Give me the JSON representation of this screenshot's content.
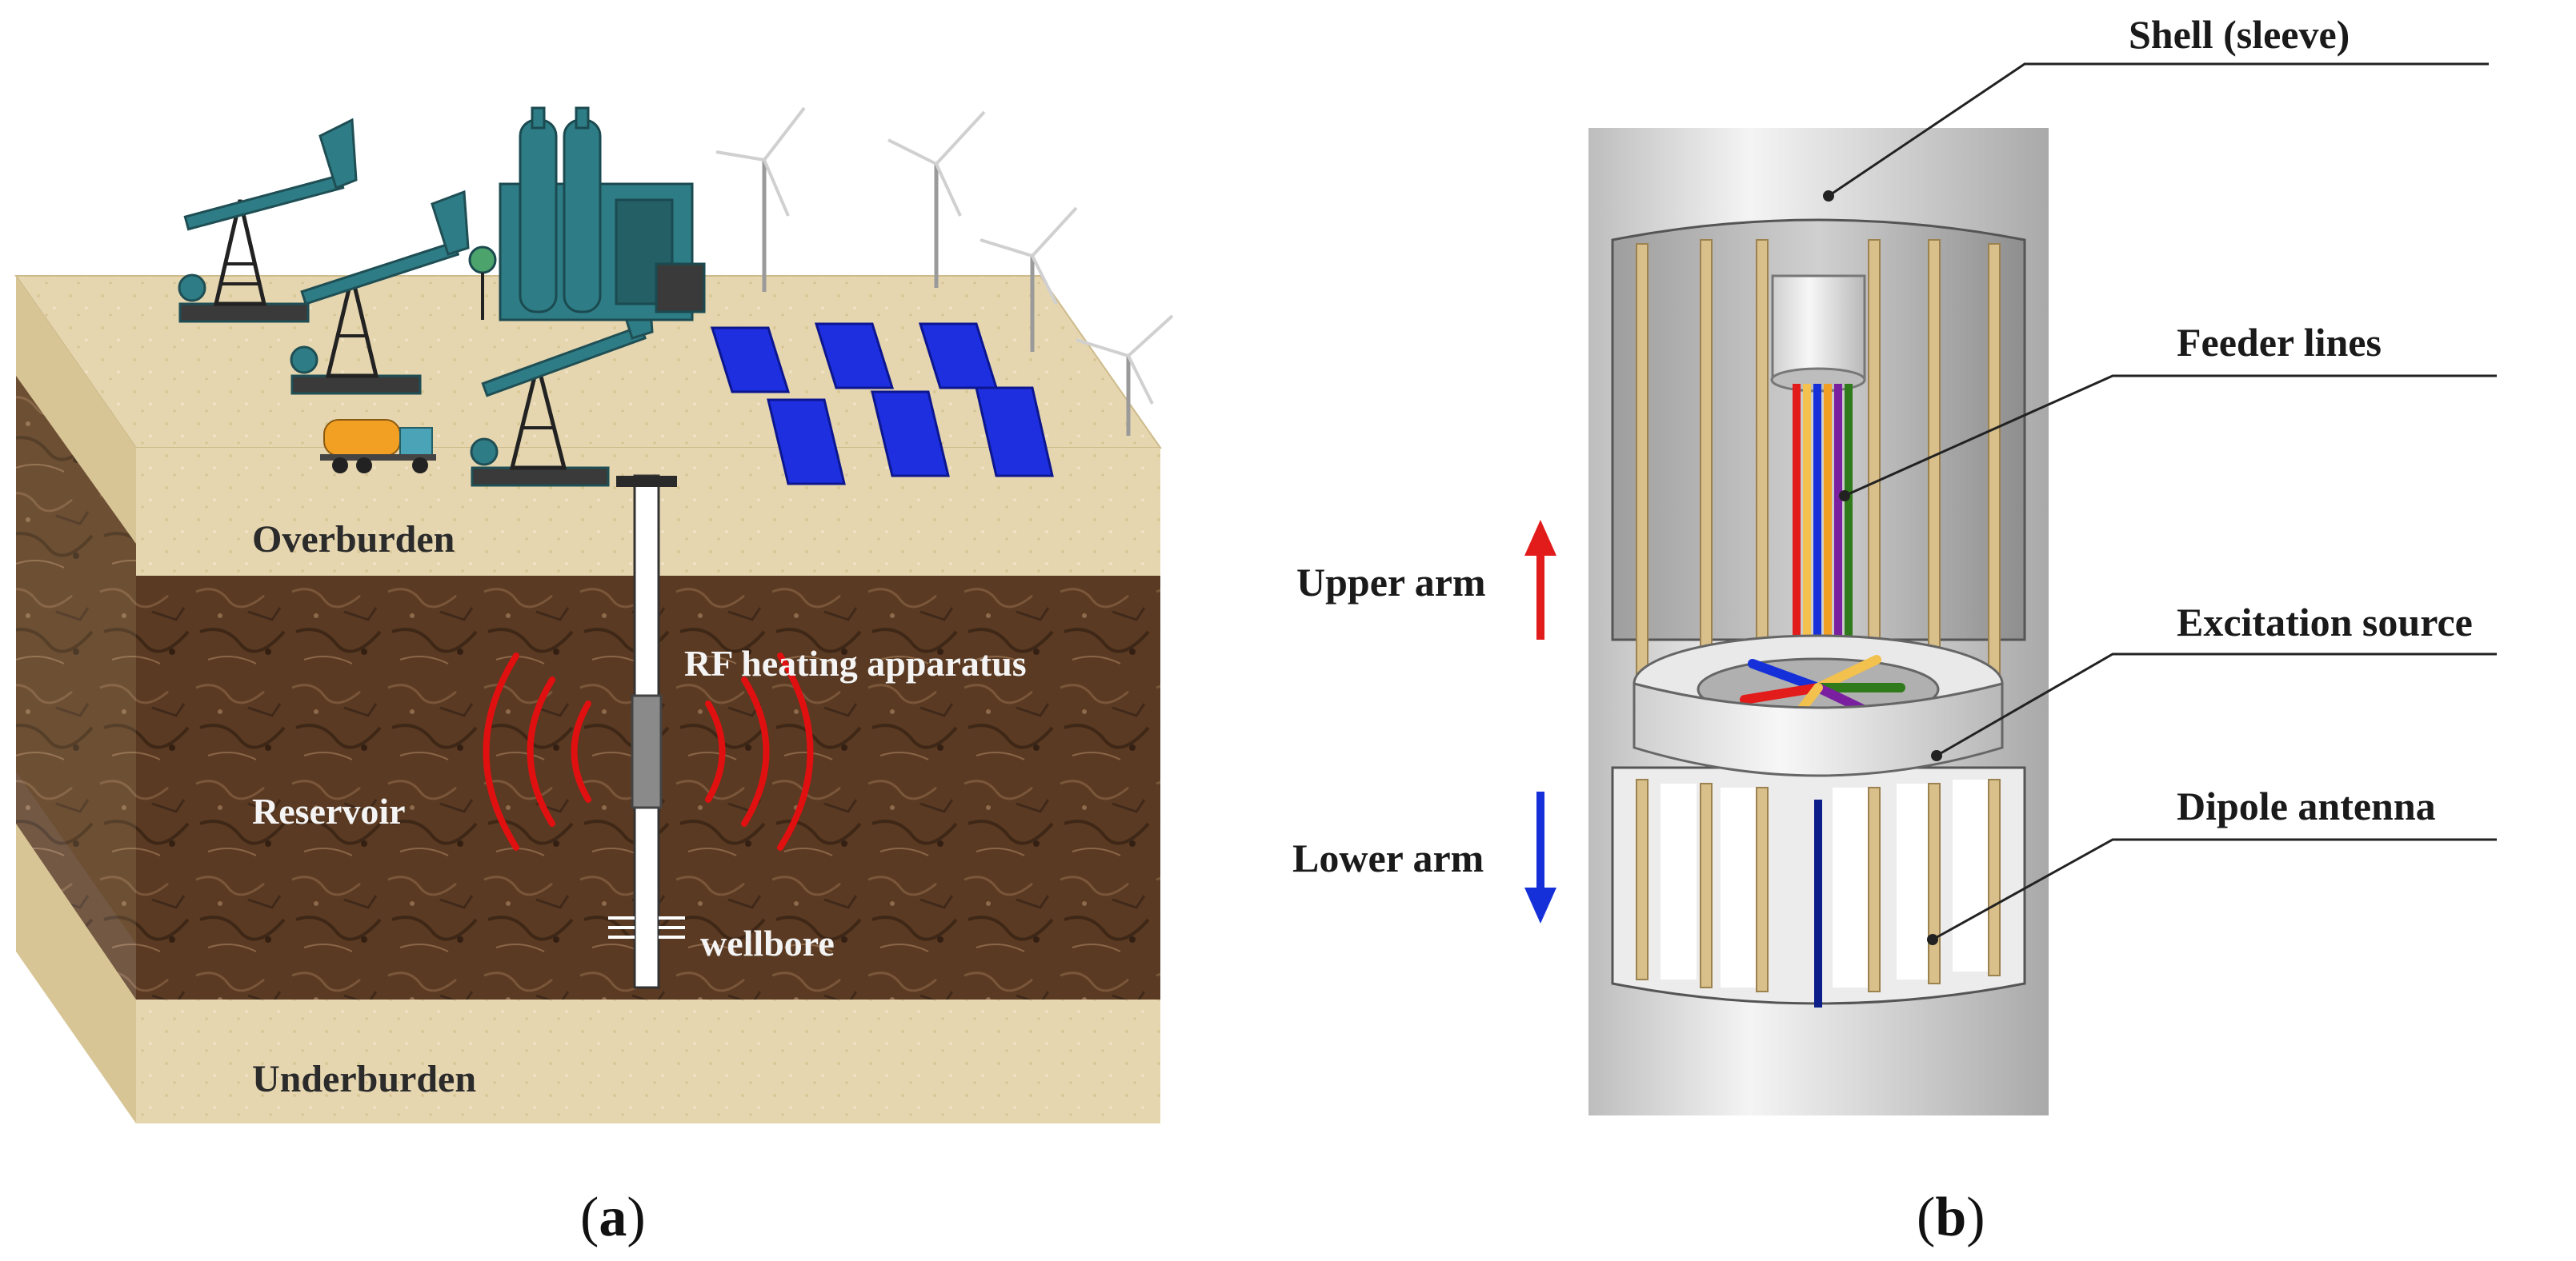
{
  "panel_a": {
    "caption_open": "(",
    "caption_letter": "a",
    "caption_close": ")",
    "labels": {
      "overburden": "Overburden",
      "reservoir": "Reservoir",
      "underburden": "Underburden",
      "rf_heating": "RF heating apparatus",
      "wellbore": "wellbore"
    },
    "icons": [
      "pumpjack-icon",
      "refinery-icon",
      "wind-turbine-icon",
      "solar-panel-icon",
      "tanker-truck-icon"
    ],
    "colors": {
      "sand": "#e6d6b0",
      "rock": "#5b3c24",
      "rf_waves": "#e01010",
      "equipment": "#2e7d86",
      "solar": "#1e2fe0"
    }
  },
  "panel_b": {
    "caption_open": "(",
    "caption_letter": "b",
    "caption_close": ")",
    "labels": {
      "shell": "Shell (sleeve)",
      "feeder": "Feeder lines",
      "excitation": "Excitation source",
      "dipole": "Dipole antenna",
      "upper_arm": "Upper arm",
      "lower_arm": "Lower arm"
    },
    "colors": {
      "upper_arrow": "#e21b1b",
      "lower_arrow": "#1530d8",
      "shell": "#c9c9c9",
      "rods": "#d9c08a"
    }
  }
}
